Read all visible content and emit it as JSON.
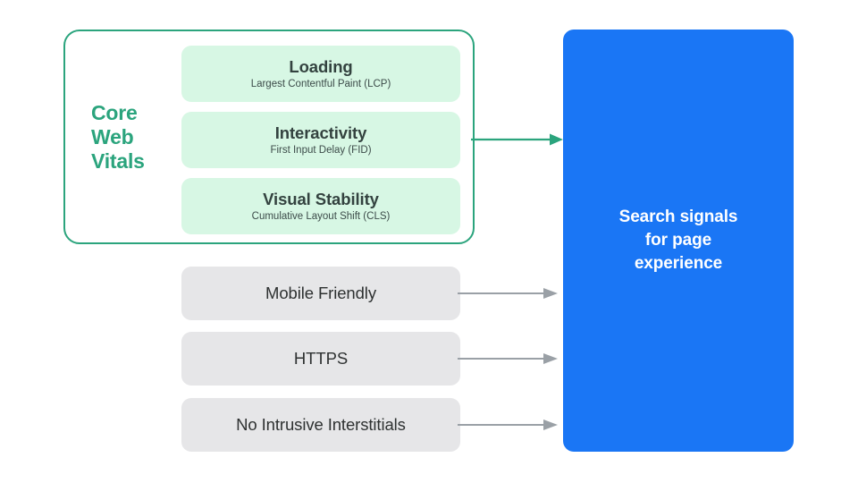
{
  "diagram": {
    "title": "Core Web Vitals and page experience search signals",
    "colors": {
      "green_accent": "#2ba47d",
      "mint_fill": "#d7f7e4",
      "gray_fill": "#e6e6e8",
      "blue_panel": "#1a76f5",
      "arrow_gray": "#9aa0a6",
      "text_dark": "#33423f",
      "text_white": "#ffffff"
    }
  },
  "core_web_vitals": {
    "group_label_lines": [
      "Core",
      "Web",
      "Vitals"
    ],
    "group_label": "Core Web Vitals",
    "metrics": [
      {
        "title": "Loading",
        "subtitle": "Largest Contentful Paint (LCP)",
        "abbrev": "LCP"
      },
      {
        "title": "Interactivity",
        "subtitle": "First Input Delay (FID)",
        "abbrev": "FID"
      },
      {
        "title": "Visual Stability",
        "subtitle": "Cumulative Layout Shift (CLS)",
        "abbrev": "CLS"
      }
    ]
  },
  "other_signals": [
    {
      "label": "Mobile Friendly"
    },
    {
      "label": "HTTPS"
    },
    {
      "label": "No Intrusive Interstitials"
    }
  ],
  "outcome": {
    "lines": [
      "Search signals",
      "for page",
      "experience"
    ],
    "text": "Search signals for page experience"
  },
  "connectors": [
    {
      "from": "core-web-vitals-group",
      "to": "outcome-panel",
      "style": "green-arrow"
    },
    {
      "from": "signal-mobile-friendly",
      "to": "outcome-panel",
      "style": "gray-arrow"
    },
    {
      "from": "signal-https",
      "to": "outcome-panel",
      "style": "gray-arrow"
    },
    {
      "from": "signal-no-intrusive-interstitials",
      "to": "outcome-panel",
      "style": "gray-arrow"
    }
  ]
}
